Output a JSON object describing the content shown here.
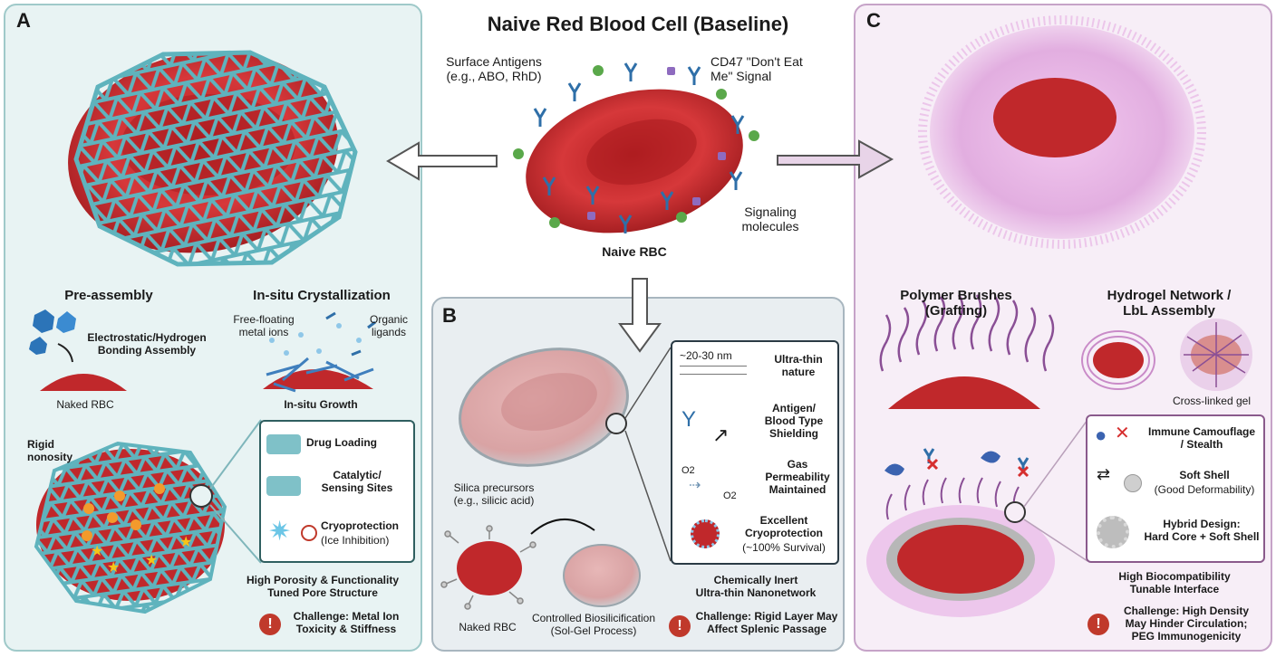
{
  "title": "Naive Red Blood Cell (Baseline)",
  "center": {
    "surface_antigens": "Surface Antigens\n(e.g., ABO, RhD)",
    "cd47": "CD47 \"Don't Eat\nMe\" Signal",
    "signaling": "Signaling\nmolecules",
    "naive_rbc": "Naive RBC"
  },
  "panel_a": {
    "letter": "A",
    "pre_assembly": "Pre-assembly",
    "in_situ_crystallization": "In-situ Crystallization",
    "electrostatic": "Electrostatic/Hydrogen\nBonding Assembly",
    "free_floating": "Free-floating\nmetal ions",
    "organic_ligands": "Organic\nligands",
    "naked_rbc": "Naked RBC",
    "in_situ_growth": "In-situ Growth",
    "rigid": "Rigid\nnonosity",
    "drug_loading": "Drug Loading",
    "catalytic": "Catalytic/\nSensing Sites",
    "cryoprotection": "Cryoprotection",
    "ice_inhibition": "(Ice Inhibition)",
    "summary": "High Porosity & Functionality\nTuned Pore Structure",
    "challenge": "Challenge: Metal Ion\nToxicity & Stiffness"
  },
  "panel_b": {
    "letter": "B",
    "scale": "~20-30 nm",
    "ultra_thin": "Ultra-thin\nnature",
    "antigen_shielding": "Antigen/\nBlood Type\nShielding",
    "o2_left": "O2",
    "o2_right": "O2",
    "gas_perm": "Gas\nPermeability\nMaintained",
    "excellent_cryo": "Excellent\nCryoprotection",
    "survival": "(~100% Survival)",
    "silica_precursors": "Silica precursors\n(e.g., silicic acid)",
    "naked_rbc": "Naked RBC",
    "biosilicification": "Controlled Biosilicification\n(Sol-Gel Process)",
    "summary": "Chemically Inert\nUltra-thin Nanonetwork",
    "challenge": "Challenge: Rigid Layer May\nAffect Splenic Passage"
  },
  "panel_c": {
    "letter": "C",
    "polymer_brushes": "Polymer Brushes\n(Grafting)",
    "hydrogel": "Hydrogel Network /\nLbL Assembly",
    "cross_linked": "Cross-linked gel",
    "immune": "Immune Camouflage\n/ Stealth",
    "soft_shell": "Soft Shell",
    "deformability": "(Good Deformability)",
    "hybrid": "Hybrid Design:\nHard Core + Soft Shell",
    "summary": "High Biocompatibility\nTunable Interface",
    "challenge": "Challenge: High Density\nMay Hinder Circulation;\nPEG Immunogenicity"
  },
  "colors": {
    "rbc_red": "#c0282b",
    "mof_teal": "#5fb3bd",
    "polymer_pink": "#d9a6d9",
    "alert_red": "#c0392b"
  }
}
